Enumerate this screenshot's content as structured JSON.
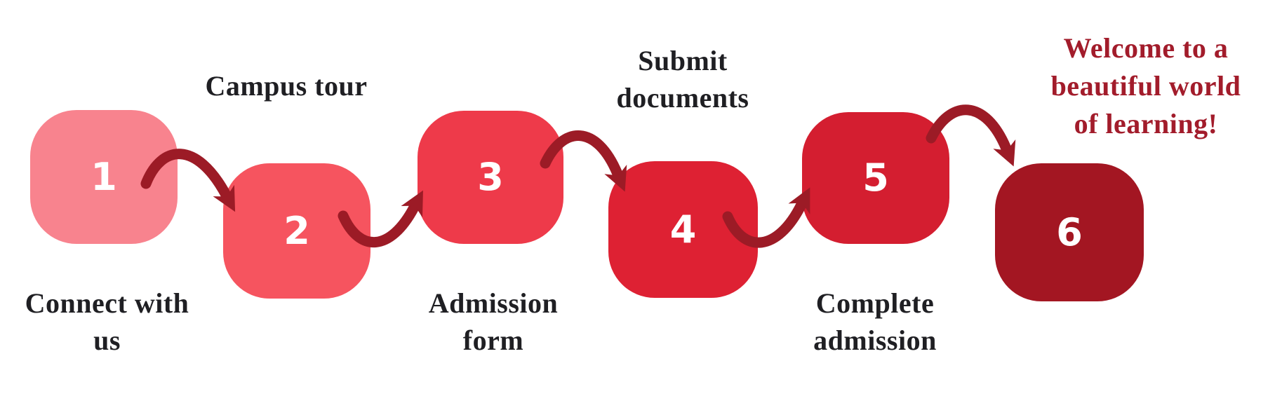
{
  "diagram": {
    "kind": "admission-process-flow",
    "steps": [
      {
        "number": "1",
        "label": "Connect with us",
        "label_lines": [
          "Connect with",
          "us"
        ],
        "label_position": "below",
        "color": "#F8838E"
      },
      {
        "number": "2",
        "label": "Campus tour",
        "label_lines": [
          "Campus tour"
        ],
        "label_position": "above",
        "color": "#F6545F"
      },
      {
        "number": "3",
        "label": "Admission form",
        "label_lines": [
          "Admission",
          "form"
        ],
        "label_position": "below",
        "color": "#EE3A4A"
      },
      {
        "number": "4",
        "label": "Submit documents",
        "label_lines": [
          "Submit",
          "documents"
        ],
        "label_position": "above",
        "color": "#DE2133"
      },
      {
        "number": "5",
        "label": "Complete admission",
        "label_lines": [
          "Complete",
          "admission"
        ],
        "label_position": "below",
        "color": "#D41E30"
      },
      {
        "number": "6",
        "label": "Welcome to a beautiful world of learning!",
        "label_lines": [],
        "label_position": "right",
        "color": "#A31622"
      }
    ],
    "welcome_note": {
      "text": "Welcome to a beautiful world of learning!",
      "lines": [
        "Welcome to a",
        "beautiful world",
        "of learning!"
      ],
      "color": "#A21C2B"
    },
    "colors": {
      "arrow": "#9C1B26",
      "label_text": "#1F1F23",
      "number_text": "#FFFFFF",
      "background": "#FFFFFF"
    }
  }
}
